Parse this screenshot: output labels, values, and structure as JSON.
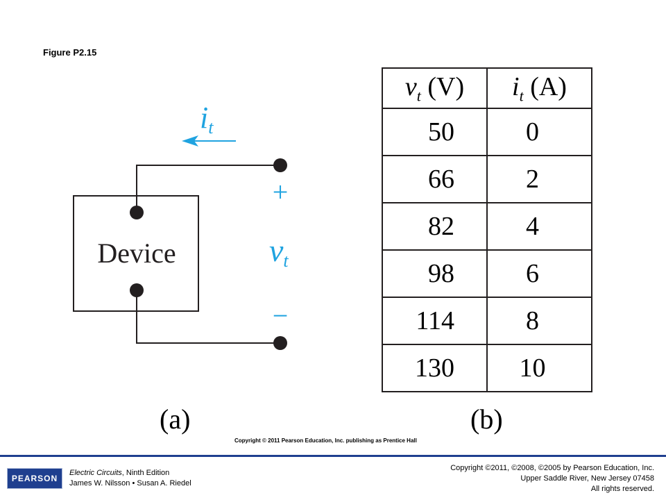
{
  "figure_title": "Figure P2.15",
  "circuit": {
    "device_label": "Device",
    "current_symbol": "i",
    "current_subscript": "t",
    "voltage_symbol": "v",
    "voltage_subscript": "t",
    "plus_sign": "+",
    "minus_sign": "−",
    "accent_color": "#1fa3e0",
    "wire_color": "#231f20"
  },
  "table": {
    "headers": [
      {
        "symbol": "v",
        "subscript": "t",
        "unit": " (V)"
      },
      {
        "symbol": "i",
        "subscript": "t",
        "unit": " (A)"
      }
    ],
    "rows": [
      {
        "v": "50",
        "i": "0"
      },
      {
        "v": "66",
        "i": "2"
      },
      {
        "v": "82",
        "i": "4"
      },
      {
        "v": "98",
        "i": "6"
      },
      {
        "v": "114",
        "i": "8"
      },
      {
        "v": "130",
        "i": "10"
      }
    ]
  },
  "part_labels": {
    "a": "(a)",
    "b": "(b)"
  },
  "figure_copyright": "Copyright © 2011 Pearson Education, Inc. publishing as Prentice Hall",
  "footer": {
    "logo_text": "PEARSON",
    "book_title": "Electric Circuits",
    "book_edition": ", Ninth Edition",
    "authors": "James W. Nilsson • Susan A. Riedel",
    "copyright_line1": "Copyright ©2011, ©2008, ©2005 by Pearson Education, Inc.",
    "copyright_line2": "Upper Saddle River, New Jersey 07458",
    "copyright_line3": "All rights reserved."
  }
}
